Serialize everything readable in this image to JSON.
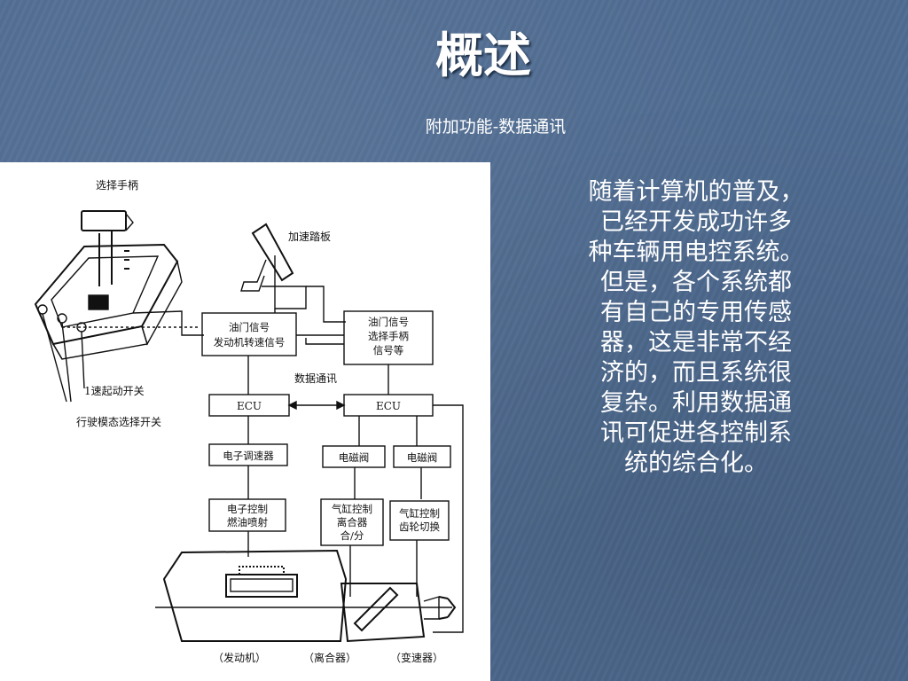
{
  "slide": {
    "title": "概述",
    "subtitle": "附加功能-数据通讯",
    "body_lines": [
      "随着计算机的普及，",
      "已经开发成功许多",
      "种车辆用电控系统。",
      "但是，各个系统都",
      "有自己的专用传感",
      "器，这是非常不经",
      "济的，而且系统很",
      "复杂。利用数据通",
      "讯可促进各控制系",
      "统的综合化。"
    ]
  },
  "diagram": {
    "select_handle": "选择手柄",
    "accel_pedal": "加速踏板",
    "box_left_1": "油门信号",
    "box_left_2": "发动机转速信号",
    "box_right_1": "油门信号",
    "box_right_2": "选择手柄",
    "box_right_3": "信号等",
    "data_comm": "数据通讯",
    "ecu_left": "ECU",
    "ecu_right": "ECU",
    "speed_ctrl": "电子调速器",
    "solenoid_1": "电磁阀",
    "solenoid_2": "电磁阀",
    "efi_1": "电子控制",
    "efi_2": "燃油喷射",
    "cyl_a1": "气缸控制",
    "cyl_a2": "离合器",
    "cyl_a3": "合/分",
    "cyl_b1": "气缸控制",
    "cyl_b2": "齿轮切换",
    "start_switch": "1速起动开关",
    "mode_switch": "行驶模态选择开关",
    "engine": "（发动机）",
    "clutch": "（离合器）",
    "transmission": "（变速器）"
  }
}
